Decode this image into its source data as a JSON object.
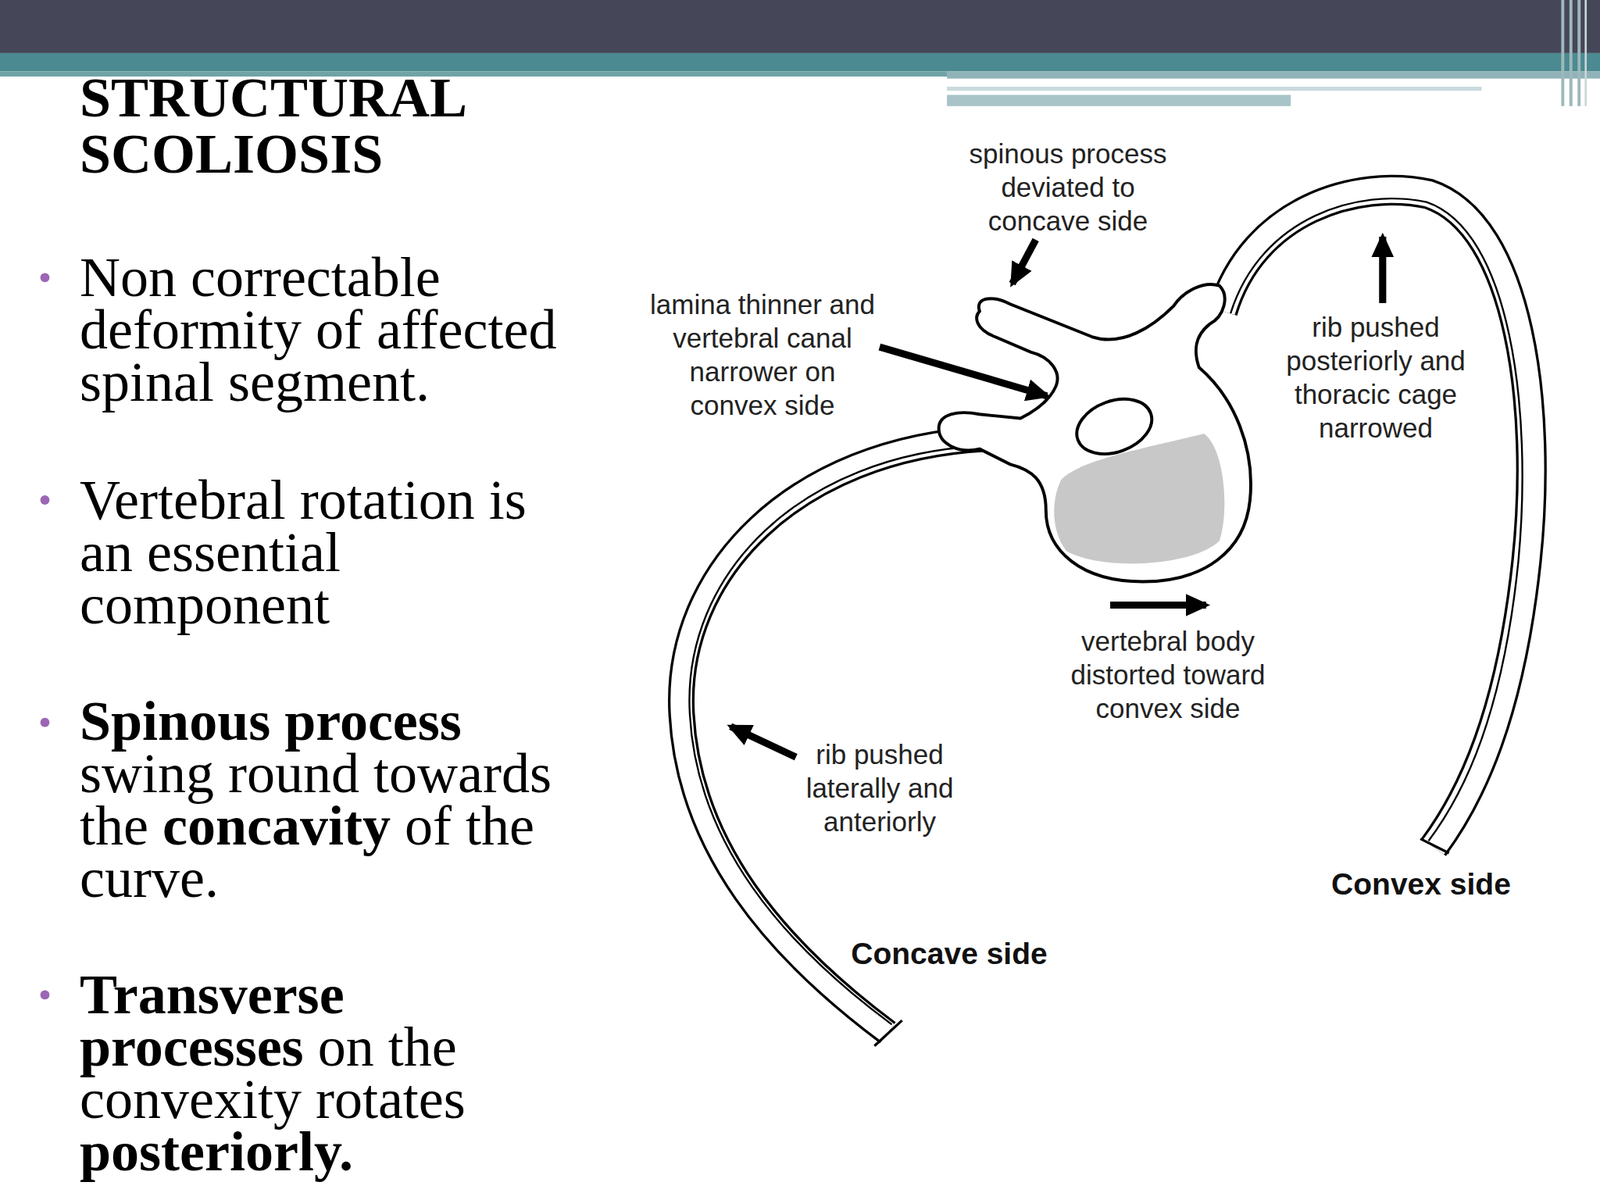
{
  "diagram": {
    "title": "STRUCTURAL SCOLIOSIS",
    "labels": [
      "Non correctable deformity of affected spinal segment.",
      "Vertebral rotation is an essential component",
      "Spinous process",
      "swing round towards the",
      "concavity",
      "of the curve.",
      "Transverse processes",
      "on the convexity rotates",
      "posteriorly.",
      "spinous process deviated to concave side",
      "lamina thinner and vertebral canal narrower on convex side",
      "rib pushed posteriorly and thoracic cage narrowed",
      "vertebral body distorted toward convex side",
      "rib pushed laterally and anteriorly",
      "Convex side",
      "Concave side"
    ]
  }
}
